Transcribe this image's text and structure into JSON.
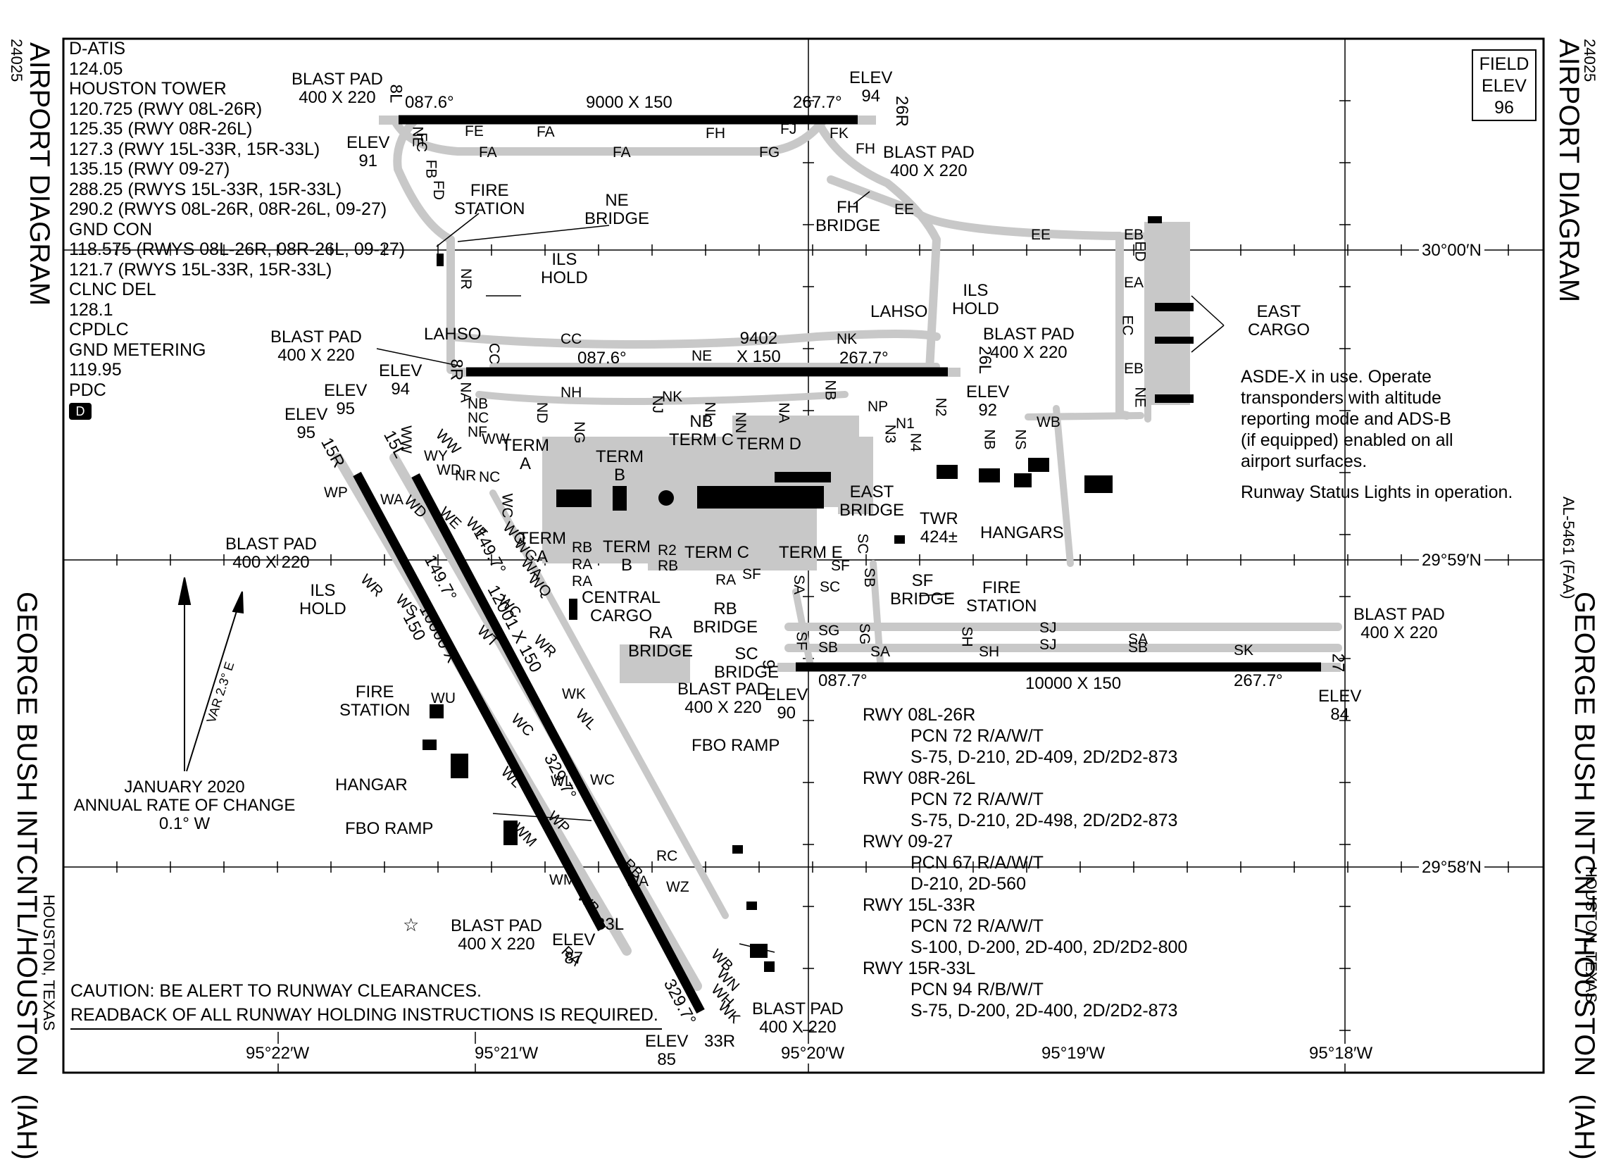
{
  "chart_id": "24025",
  "title": "AIRPORT DIAGRAM",
  "airport_name": "GEORGE BUSH INTCNTL/HOUSTON",
  "airport_id": "(IAH)",
  "city_state": "HOUSTON, TEXAS",
  "faa_id": "AL-5461 (FAA)",
  "frequencies": [
    "D-ATIS",
    "124.05",
    "HOUSTON TOWER",
    "120.725 (RWY 08L-26R)",
    "125.35 (RWY 08R-26L)",
    "127.3 (RWY 15L-33R, 15R-33L)",
    "135.15 (RWY 09-27)",
    "288.25 (RWYS 15L-33R, 15R-33L)",
    "290.2 (RWYS 08L-26R, 08R-26L, 09-27)",
    "GND CON",
    "118.575  (RWYS 08L-26R, 08R-26L, 09-27)",
    "121.7 (RWYS 15L-33R, 15R-33L)",
    "CLNC DEL",
    "128.1",
    "CPDLC",
    "GND METERING",
    "119.95",
    "PDC"
  ],
  "pdc_badge": "D",
  "field_elev": {
    "line1": "FIELD",
    "line2": "ELEV",
    "value": "96"
  },
  "notes": {
    "asde": [
      "ASDE-X in use. Operate",
      "transponders with altitude",
      "reporting mode and ADS-B",
      "(if equipped) enabled on all",
      "airport surfaces."
    ],
    "rsl": "Runway Status Lights in operation."
  },
  "runway_data": [
    {
      "rwy": "RWY 08L-26R",
      "pcn": "PCN 72 R/A/W/T",
      "strength": "S-75, D-210, 2D-409, 2D/2D2-873"
    },
    {
      "rwy": "RWY 08R-26L",
      "pcn": "PCN 72 R/A/W/T",
      "strength": "S-75, D-210, 2D-498, 2D/2D2-873"
    },
    {
      "rwy": "RWY 09-27",
      "pcn": "PCN 67 R/A/W/T",
      "strength": "D-210, 2D-560"
    },
    {
      "rwy": "RWY 15L-33R",
      "pcn": "PCN 72 R/A/W/T",
      "strength": "S-100, D-200, 2D-400, 2D/2D2-800"
    },
    {
      "rwy": "RWY 15R-33L",
      "pcn": "PCN 94 R/B/W/T",
      "strength": "S-75, D-200, 2D-400, 2D/2D2-873"
    }
  ],
  "caution": [
    "CAUTION:  BE ALERT TO RUNWAY CLEARANCES.",
    "READBACK OF ALL RUNWAY HOLDING INSTRUCTIONS IS REQUIRED."
  ],
  "magnetic_variation": {
    "var": "VAR 2.3° E",
    "date": "JANUARY 2020",
    "rate_label": "ANNUAL RATE OF CHANGE",
    "rate": "0.1° W"
  },
  "coordinates": {
    "lat": [
      "30°00′N",
      "29°59′N",
      "29°58′N"
    ],
    "lon": [
      "95°22′W",
      "95°21′W",
      "95°20′W",
      "95°19′W",
      "95°18′W"
    ]
  },
  "runways": {
    "r08l_26r": {
      "dims": "9000 X 150",
      "hdg_w": "087.6°",
      "hdg_e": "267.7°",
      "end_w": "8L",
      "end_e": "26R",
      "elev_w": "ELEV\n91",
      "elev_e": "ELEV\n94",
      "blast_w": "BLAST PAD\n400 X 220",
      "blast_e": "BLAST PAD\n400 X 220"
    },
    "r08r_26l": {
      "dims": "9402\nX 150",
      "hdg_w": "087.6°",
      "hdg_e": "267.7°",
      "end_w": "8R",
      "end_e": "26L",
      "elev_w": "ELEV\n94",
      "elev_e": "ELEV\n92",
      "blast_w": "BLAST PAD\n400 X 220",
      "blast_e": "BLAST PAD\n400 X 220"
    },
    "r09_27": {
      "dims": "10000 X 150",
      "hdg_w": "087.7°",
      "hdg_e": "267.7°",
      "end_w": "9",
      "end_e": "27",
      "elev_w": "ELEV\n90",
      "elev_e": "ELEV\n84",
      "blast_w": "BLAST PAD\n400 X 220",
      "blast_e": "BLAST PAD\n400 X 220"
    },
    "r15l_33r": {
      "dims": "12001 X 150",
      "hdg_n": "149.7°",
      "hdg_s": "329.7°",
      "end_n": "15L",
      "end_s": "33R",
      "elev_n": "ELEV\n95",
      "elev_s": "ELEV\n85",
      "blast_s": "BLAST PAD\n400 X 220"
    },
    "r15r_33l": {
      "dims": "10000 X\n150",
      "hdg_n": "149.7°",
      "hdg_s": "329.7°",
      "end_n": "15R",
      "end_s": "33L",
      "elev_n": "ELEV\n95",
      "elev_s": "ELEV\n87",
      "blast_n": "BLAST PAD\n400 X 220",
      "blast_s": "BLAST PAD\n400 X 220"
    }
  },
  "labels": {
    "fire_station_n": "FIRE\nSTATION",
    "ne_bridge": "NE\nBRIDGE",
    "ils_hold_n": "ILS\nHOLD",
    "lahso_w": "LAHSO",
    "lahso_e": "LAHSO",
    "ils_hold_e": "ILS\nHOLD",
    "fh_bridge": "FH\nBRIDGE",
    "east_cargo": "EAST\nCARGO",
    "term_a": "TERM\nA",
    "term_b": "TERM\nB",
    "term_c": "TERM C",
    "term_d": "TERM D",
    "term_e": "TERM E",
    "term_a2": "TERM\nA",
    "term_b2": "TERM\nB",
    "term_c2": "TERM C",
    "nb_term_c": "NB\nTERM C",
    "east_bridge": "EAST\nBRIDGE",
    "twr": "TWR\n424±",
    "hangars": "HANGARS",
    "sf_bridge": "SF\nBRIDGE",
    "fire_station_e": "FIRE\nSTATION",
    "central_cargo": "CENTRAL\nCARGO",
    "rb_bridge": "RB\nBRIDGE",
    "ra_bridge": "RA\nBRIDGE",
    "sc_bridge": "SC\nBRIDGE",
    "ils_hold_w": "ILS\nHOLD",
    "fire_station_w": "FIRE\nSTATION",
    "hangar_w": "HANGAR",
    "fbo_ramp_w": "FBO RAMP",
    "fbo_ramp_e": "FBO RAMP"
  },
  "taxiways": [
    "NE",
    "FC",
    "FB",
    "FD",
    "FE",
    "FA",
    "FA",
    "FA",
    "FG",
    "FH",
    "FJ",
    "FK",
    "FH",
    "EE",
    "EE",
    "EB",
    "ED",
    "EA",
    "EC",
    "EB",
    "NE",
    "NR",
    "CC",
    "CC",
    "NK",
    "NE",
    "NA",
    "NB",
    "NC",
    "NF",
    "ND",
    "NG",
    "NH",
    "NJ",
    "NK",
    "NL",
    "NN",
    "NA",
    "NB",
    "NP",
    "N1",
    "N2",
    "N3",
    "N4",
    "NB",
    "NS",
    "WB",
    "WW",
    "WW",
    "WY",
    "WD",
    "NR",
    "NC",
    "WC",
    "WW",
    "WP",
    "WA",
    "WD",
    "WE",
    "WF",
    "WG",
    "WG",
    "WA",
    "WC",
    "WQ",
    "WR",
    "WR",
    "WS",
    "WU",
    "WT",
    "WC",
    "WL",
    "WP",
    "WM",
    "WM",
    "WB",
    "WA",
    "WZ",
    "WN",
    "WH",
    "WB",
    "WK",
    "WK",
    "WL",
    "WL",
    "WC",
    "RC",
    "RB",
    "RA",
    "RB",
    "RA",
    "RA",
    "R2",
    "RB",
    "RA",
    "SF",
    "SF",
    "SC",
    "SC",
    "SB",
    "SA",
    "SF",
    "SG",
    "SG",
    "SB",
    "SA",
    "SH",
    "SH",
    "SJ",
    "SJ",
    "SB",
    "SA",
    "SK"
  ]
}
